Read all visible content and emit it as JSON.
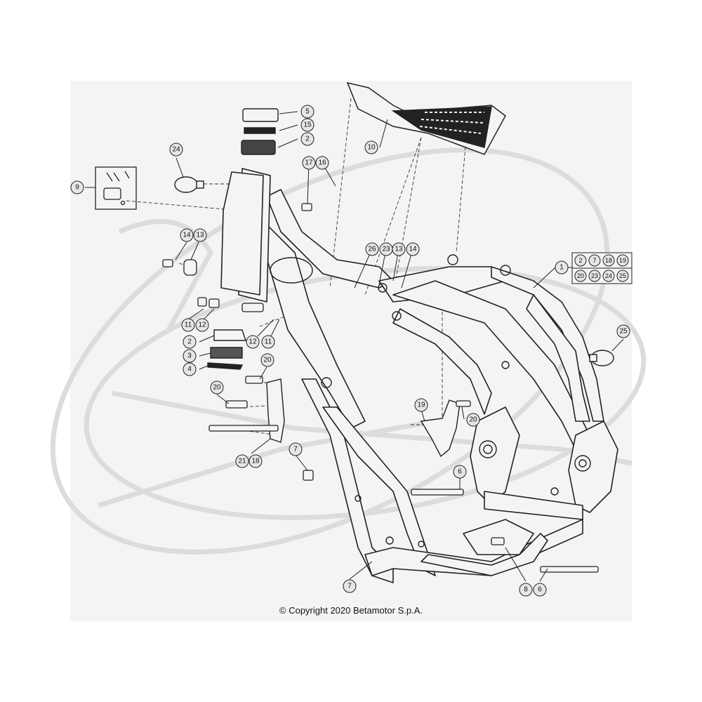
{
  "copyright": "© Copyright 2020 Betamotor S.p.A.",
  "colors": {
    "background": "#f4f4f4",
    "line": "#222222",
    "watermark": "#d9d9d9",
    "callout_fill": "#e6e6e6"
  },
  "callouts": {
    "c1": "1",
    "c2a": "2",
    "c2b": "2",
    "c3": "3",
    "c4": "4",
    "c5": "5",
    "c6a": "6",
    "c6b": "6",
    "c7a": "7",
    "c7b": "7",
    "c8": "8",
    "c9": "9",
    "c10": "10",
    "c11a": "11",
    "c11b": "11",
    "c12a": "12",
    "c12b": "12",
    "c13a": "13",
    "c13b": "13",
    "c14a": "14",
    "c14b": "14",
    "c15": "15",
    "c16": "16",
    "c17": "17",
    "c18": "18",
    "c19": "19",
    "c20a": "20",
    "c20b": "20",
    "c20c": "20",
    "c21": "21",
    "c23": "23",
    "c24": "24",
    "c25": "25",
    "c26": "26"
  },
  "kit": {
    "row1": [
      "2",
      "7",
      "18",
      "19"
    ],
    "row2": [
      "20",
      "23",
      "24",
      "25"
    ]
  }
}
